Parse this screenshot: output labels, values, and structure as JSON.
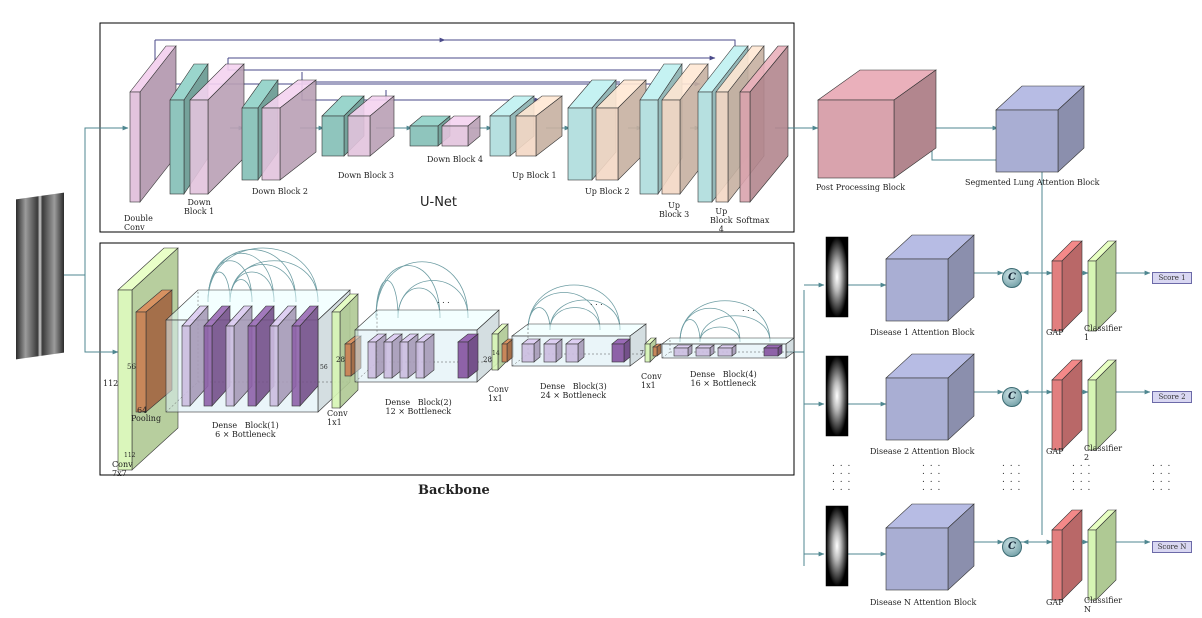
{
  "unet": {
    "title": "U-Net",
    "labels": {
      "double_conv": "Double\nConv",
      "down1": "Down\nBlock 1",
      "down2": "Down Block 2",
      "down3": "Down Block 3",
      "down4": "Down Block 4",
      "up1": "Up Block 1",
      "up2": "Up Block 2",
      "up3": "Up\nBlock 3",
      "up4": "Up\nBlock\n4",
      "softmax": "Softmax"
    }
  },
  "post_processing": "Post Processing Block",
  "segmented_attention": "Segmented Lung Attention Block",
  "backbone": {
    "title": "Backbone",
    "conv7": "Conv\n7x7",
    "dim112": "112",
    "dim112b": "112",
    "dim64": "64",
    "dim56": "56",
    "dim56b": "56",
    "dim28": "28",
    "dim28b": "28",
    "dim14": "14",
    "dim7": "7",
    "pooling": "Pooling",
    "dense1": "Dense   Block(1)\n6 × Bottleneck",
    "dense2": "Dense   Block(2)\n12 × Bottleneck",
    "dense3": "Dense   Block(3)\n24 × Bottleneck",
    "dense4": "Dense   Block(4)\n16 × Bottleneck",
    "conv1": "Conv\n1x1",
    "conv2": "Conv\n1x1",
    "conv3": "Conv\n1x1",
    "ellipsis": ". . ."
  },
  "heads": [
    {
      "attention": "Disease 1 Attention Block",
      "gap": "GAP",
      "classifier": "Classifier\n1",
      "score": "Score 1"
    },
    {
      "attention": "Disease 2 Attention Block",
      "gap": "GAP",
      "classifier": "Classifier\n2",
      "score": "Score 2"
    },
    {
      "attention": "Disease N Attention Block",
      "gap": "GAP",
      "classifier": "Classifier\nN",
      "score": "Score N"
    }
  ],
  "concat_symbol": "C",
  "vertical_dots": ". . .\n. . .\n. . .\n. . .",
  "colors": {
    "arrow": "#4f8790",
    "pink": "#e2c3dd",
    "teal": "#8fc5bd",
    "cyan": "#b6e0e0",
    "peach": "#f3d7c4",
    "rose": "#d9a3ad",
    "slate": "#a9aed3",
    "green": "#d6f5b4",
    "orange": "#c8875a",
    "lavender": "#cbbcdf",
    "purple": "#8e62a8",
    "red": "#e27f7f",
    "lightblue": "#d8ecf4"
  }
}
